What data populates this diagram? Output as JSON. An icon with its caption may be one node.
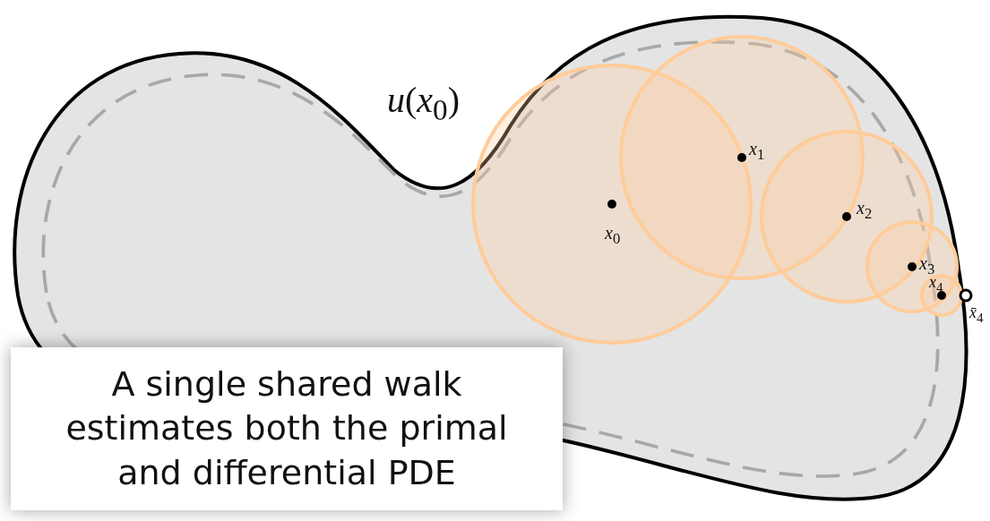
{
  "diagram": {
    "nodes": [
      {
        "text": [
          "A single shared walk estimates both the primal and differential PDE"
        ]
      }
    ],
    "labels": [
      "*u*(*x*$_{0}$)",
      "*x*$_{1}$",
      "*x*$_{0}$",
      "*x*$_{2}$",
      "*x*$_{3}$",
      "*x*$_{4}$",
      "*x̄*$_{4}$"
    ]
  }
}
